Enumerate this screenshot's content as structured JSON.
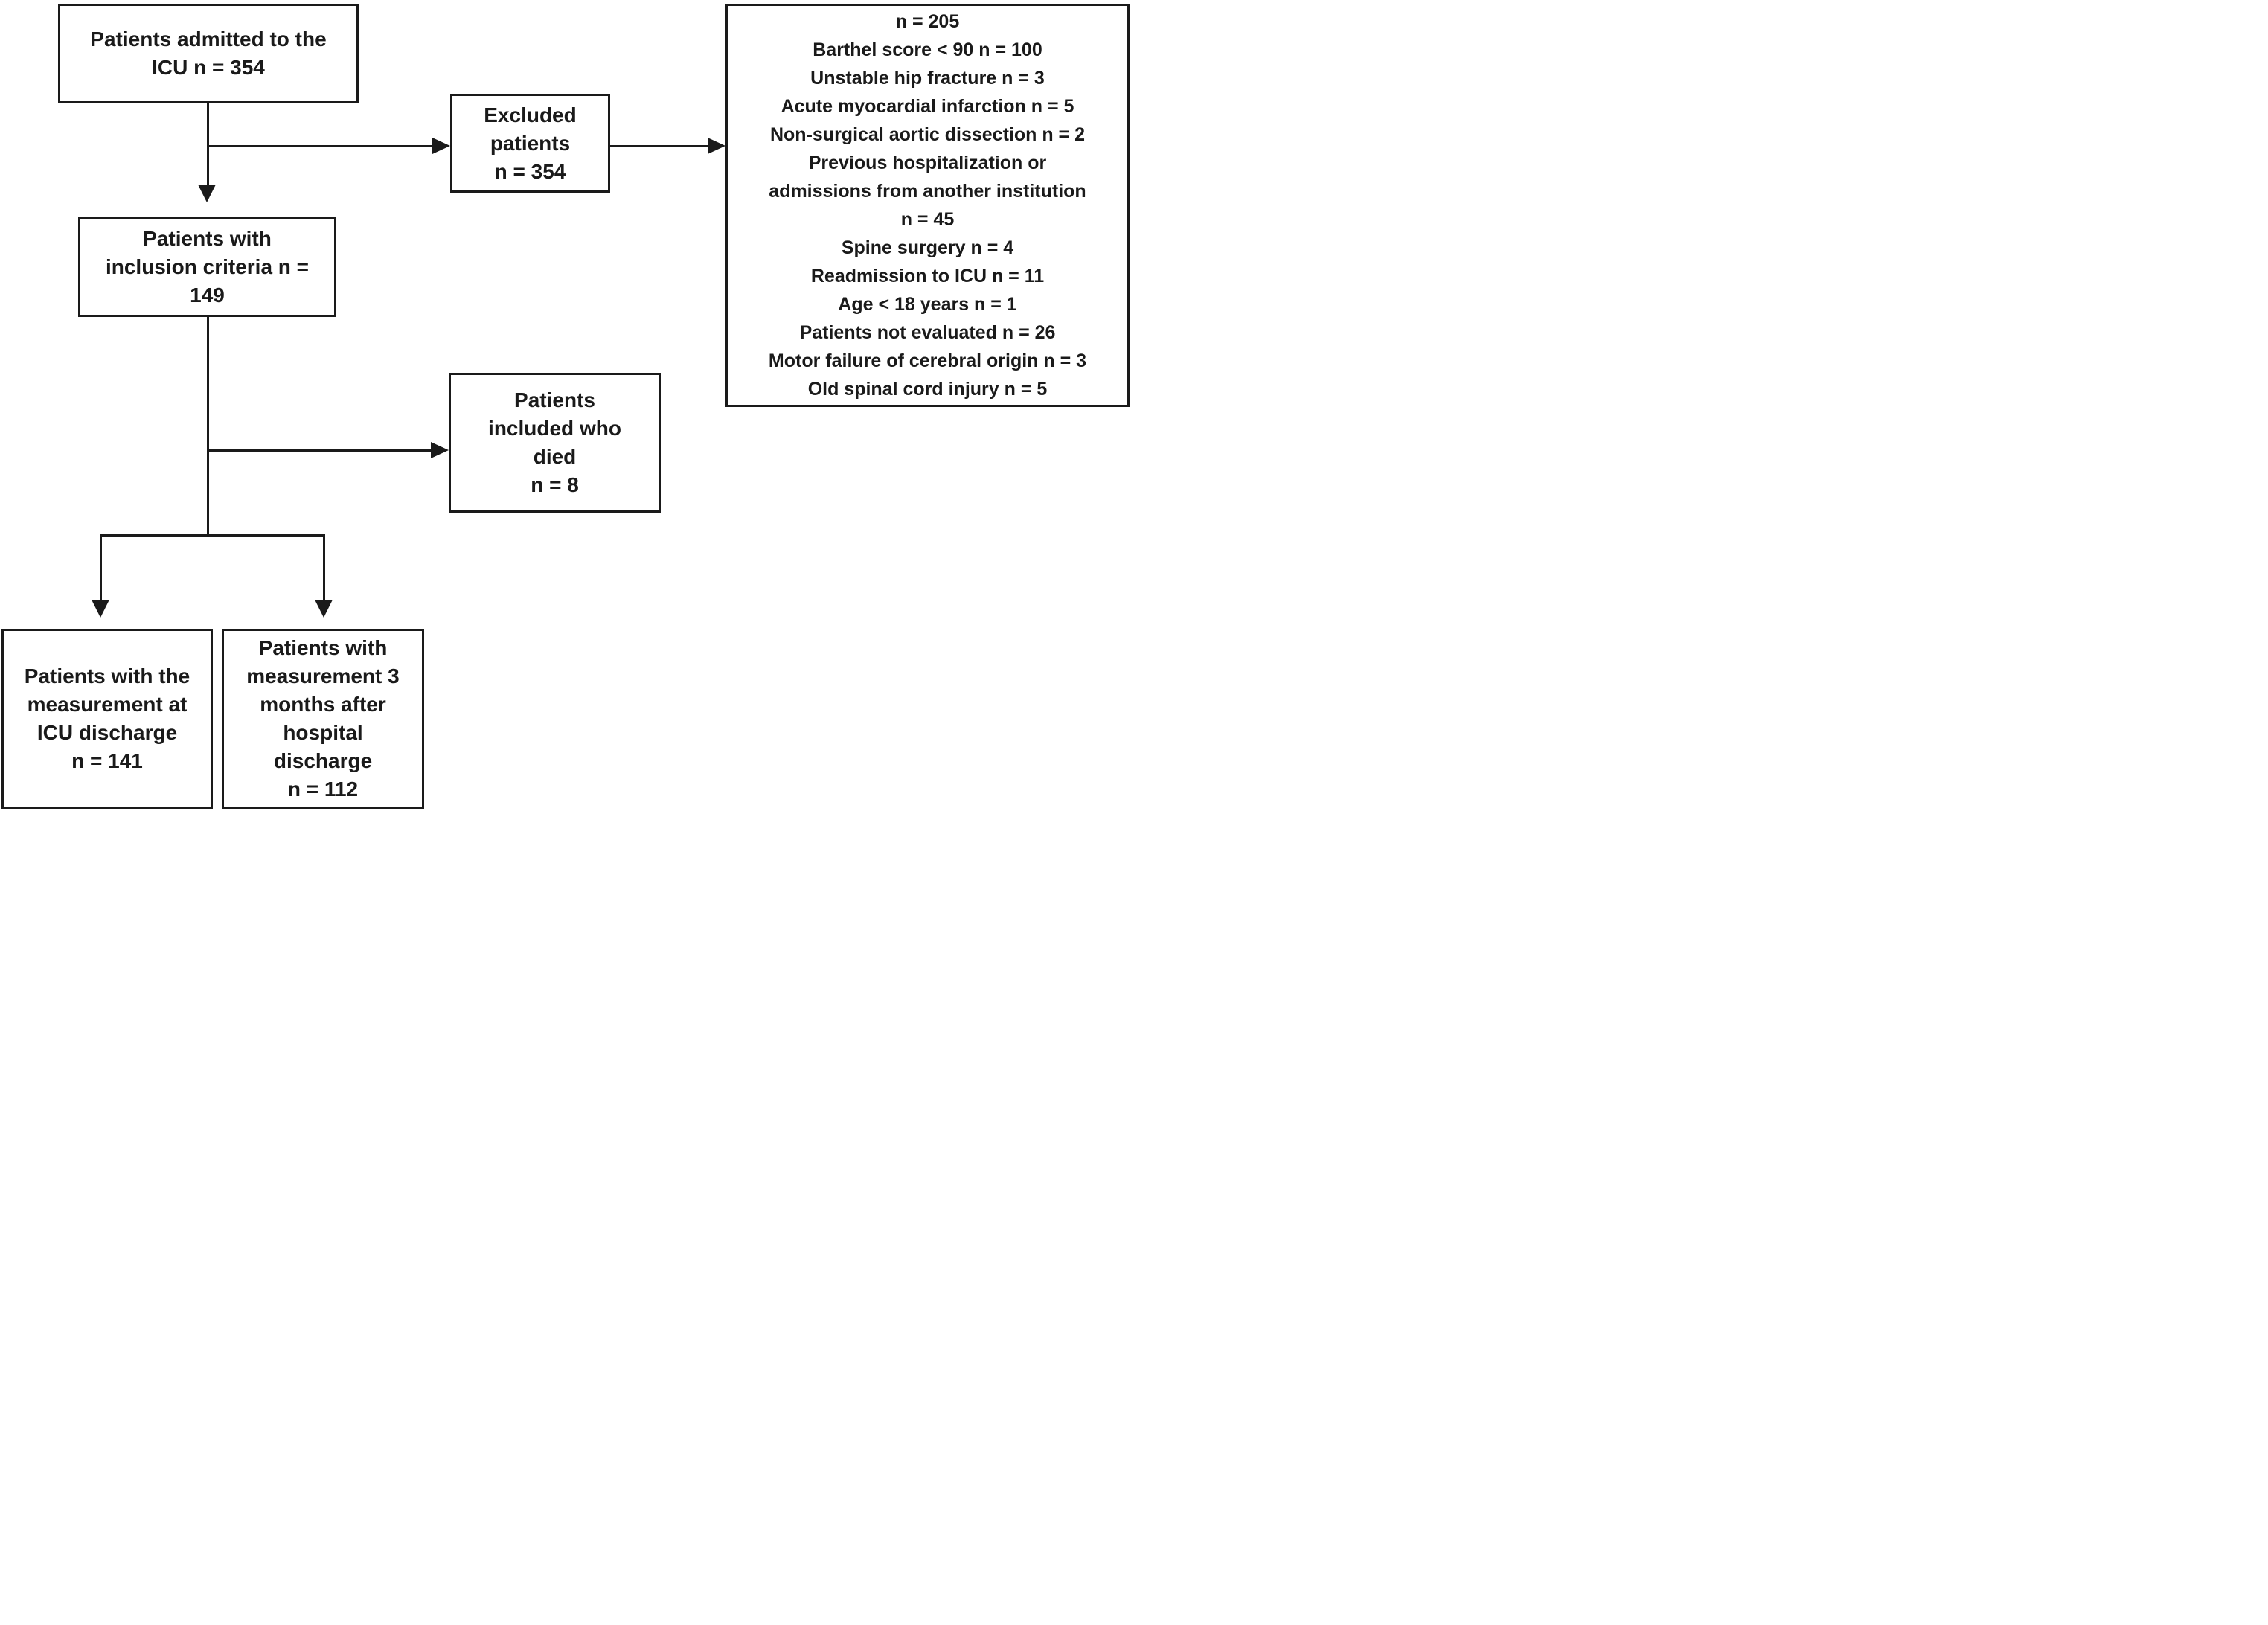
{
  "diagram": {
    "ink_color": "#1a1a1a",
    "background_color": "#ffffff",
    "boxes": {
      "admitted": {
        "lines": [
          "Patients admitted to the",
          "ICU n = 354"
        ]
      },
      "excluded": {
        "lines": [
          "Excluded",
          "patients",
          "n = 354"
        ]
      },
      "exclusion_reasons": {
        "lines": [
          "n = 205",
          "Barthel score < 90 n = 100",
          "Unstable hip fracture n = 3",
          "Acute myocardial infarction n = 5",
          "Non-surgical aortic dissection n = 2",
          "Previous hospitalization or",
          "admissions from another institution",
          "n = 45",
          "Spine surgery n = 4",
          "Readmission to ICU n = 11",
          "Age < 18 years n = 1",
          "Patients not evaluated n = 26",
          "Motor failure of cerebral origin n = 3",
          "Old spinal cord injury n = 5"
        ]
      },
      "inclusion": {
        "lines": [
          "Patients with",
          "inclusion criteria n =",
          "149"
        ]
      },
      "died": {
        "lines": [
          "Patients",
          "included who",
          "died",
          "n = 8"
        ]
      },
      "icu_discharge": {
        "lines": [
          "Patients with the",
          "measurement at",
          "ICU discharge",
          "n = 141"
        ]
      },
      "followup_3_months": {
        "lines": [
          "Patients with",
          "measurement 3",
          "months after",
          "hospital",
          "discharge",
          "n = 112"
        ]
      }
    }
  }
}
